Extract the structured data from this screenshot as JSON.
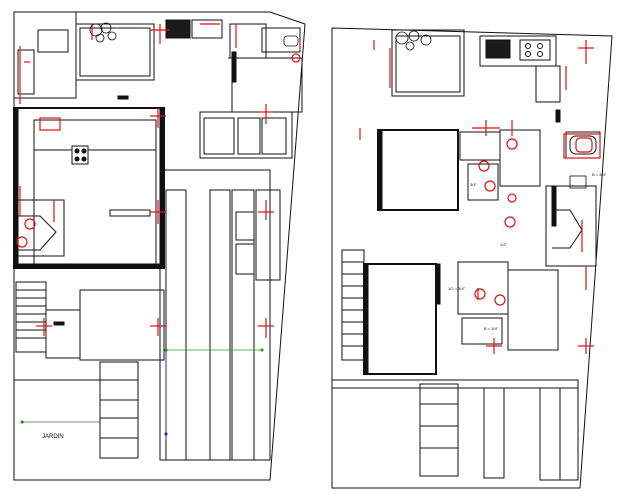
{
  "labels": {
    "garden": "JARDIN",
    "pipe_a": "3/4\"",
    "pipe_b": "1/2\"",
    "pipe_c": "B = 3/4\"",
    "pipe_d": "1/2 = 3/4\"",
    "pipe_e": "B = 3/4\""
  },
  "colors": {
    "line": "#111111",
    "fixture_red": "#e01010",
    "fill_dark": "#1a1a1a",
    "wall_gray": "#555555",
    "green_dot": "#2aa02a",
    "blue_dot": "#2a2ad0"
  },
  "icons": [
    "stair-icon",
    "toilet-icon",
    "sink-icon",
    "stove-icon",
    "plant-icon",
    "bathtub-icon",
    "shower-icon"
  ]
}
